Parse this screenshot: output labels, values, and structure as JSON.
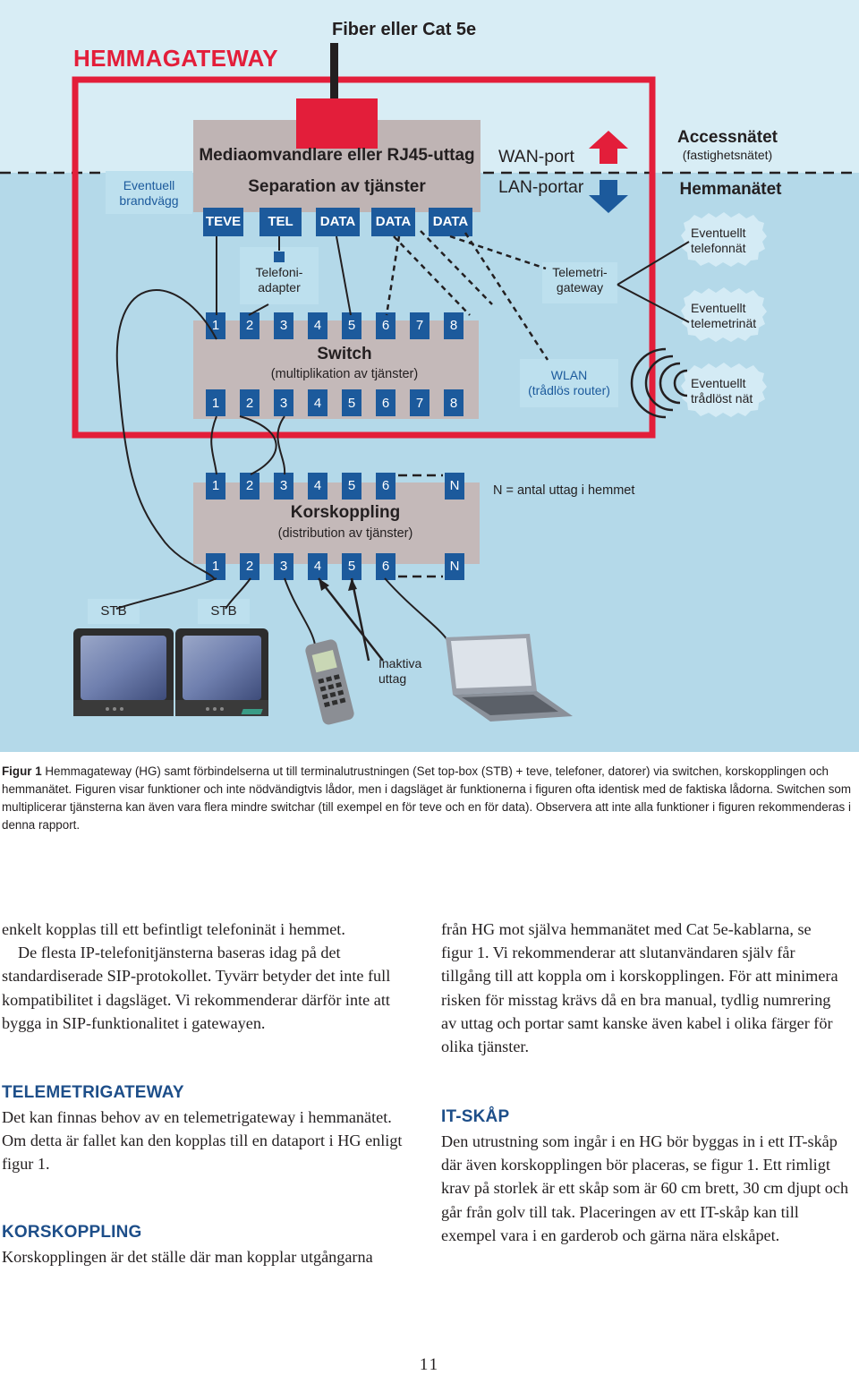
{
  "figure": {
    "gateway_title": "HEMMAGATEWAY",
    "fiber_label": "Fiber eller Cat 5e",
    "firewall_label": "Eventuell brandvägg",
    "media_converter": "Mediaomvandlare eller RJ45-uttag",
    "separation": "Separation av tjänster",
    "services": [
      "TEVE",
      "TEL",
      "DATA",
      "DATA",
      "DATA"
    ],
    "tel_adapter": [
      "Telefoni-",
      "adapter"
    ],
    "switch_title": "Switch",
    "switch_sub": "(multiplikation av tjänster)",
    "switch_ports": [
      "1",
      "2",
      "3",
      "4",
      "5",
      "6",
      "7",
      "8"
    ],
    "wan_port": "WAN-port",
    "lan_ports": "LAN-portar",
    "telemetry_gw": [
      "Telemetri-",
      "gateway"
    ],
    "wlan": [
      "WLAN",
      "(trådlös router)"
    ],
    "access_net": "Accessnätet",
    "access_sub": "(fastighetsnätet)",
    "home_net": "Hemmanätet",
    "clouds": [
      [
        "Eventuellt",
        "telefonnät"
      ],
      [
        "Eventuellt",
        "telemetrinät"
      ],
      [
        "Eventuellt",
        "trådlöst nät"
      ]
    ],
    "cross_ports": [
      "1",
      "2",
      "3",
      "4",
      "5",
      "6"
    ],
    "cross_n": "N",
    "cross_title": "Korskoppling",
    "cross_sub": "(distribution av tjänster)",
    "n_note": "N = antal uttag i hemmet",
    "stb1": "STB",
    "stb2": "STB",
    "inactive": [
      "Inaktiva",
      "uttag"
    ]
  },
  "caption": {
    "label": "Figur 1",
    "text": " Hemmagateway (HG) samt förbindelserna ut till terminalutrustningen (Set top-box (STB) + teve, telefoner, datorer) via switchen, korskopplingen och hemmanätet. Figuren visar funktioner och inte nödvändigtvis lådor, men i dagsläget är funktionerna i figuren ofta identisk med de faktiska lådorna. Switchen som multiplicerar tjänsterna kan även vara flera mindre switchar (till exempel en för teve och en för data). Observera att inte alla funktioner i figuren rekommenderas i denna rapport."
  },
  "left_col": {
    "p1": "enkelt kopplas till ett befintligt telefoninät i hemmet.",
    "p2": "De flesta IP-telefonitjänsterna baseras idag på det standardiserade SIP-protokollet. Tyvärr betyder det inte full kompatibilitet i dagsläget. Vi rekommenderar därför inte att bygga in SIP-funktionalitet i gatewayen.",
    "h1": "TELEMETRIGATEWAY",
    "p3": "Det kan finnas behov av en telemetrigateway i hemmanätet. Om detta är fallet kan den kopplas till en dataport i HG enligt figur 1.",
    "h2": "KORSKOPPLING",
    "p4": "Korskopplingen är det ställe där man kopplar utgångarna"
  },
  "right_col": {
    "p1": "från HG mot själva hemmanätet med Cat 5e-kablarna, se figur 1. Vi rekommenderar att slutanvändaren själv får tillgång till att koppla om i korskopplingen. För att minimera risken för misstag krävs då en bra manual, tydlig numrering av uttag och portar samt kanske även kabel i olika färger för olika tjänster.",
    "h1": "IT-SKÅP",
    "p2": "Den utrustning som ingår i en HG bör byggas in i ett IT-skåp där även korskopplingen bör placeras, se figur 1. Ett rimligt krav på storlek är ett skåp som är 60 cm brett, 30 cm djupt och går från golv till tak. Placeringen av ett IT-skåp kan till exempel vara i en garderob och gärna nära elskåpet."
  },
  "page_number": "11",
  "colors": {
    "red": "#e31e3a",
    "blue": "#1c5a9c",
    "sky": "#d7ecf4",
    "water": "#b7dbea",
    "grey": "#bfb4b4"
  }
}
